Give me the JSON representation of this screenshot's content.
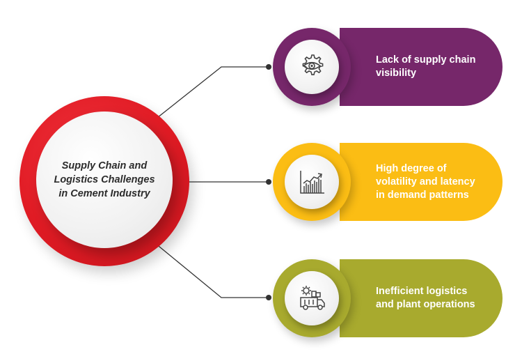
{
  "hub": {
    "title": "Supply Chain and\nLogistics Challenges\nin Cement Industry",
    "color": "#e01b24"
  },
  "challenges": [
    {
      "label": "Lack of supply chain\nvisibility",
      "color": "#76276a",
      "icon": "gear-eye-icon"
    },
    {
      "label": "High degree of\nvolatility and latency\nin demand patterns",
      "color": "#fbbd14",
      "icon": "growth-chart-icon"
    },
    {
      "label": "Inefficient logistics\nand plant operations",
      "color": "#a8aa2e",
      "icon": "delivery-truck-gear-icon"
    }
  ]
}
